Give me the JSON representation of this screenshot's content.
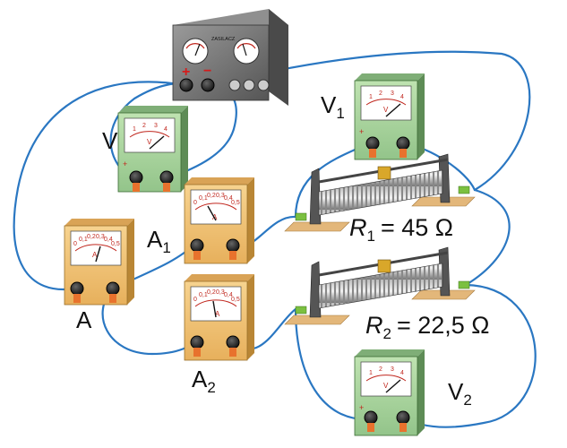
{
  "power_supply": {
    "caption": "ZASILACZ",
    "plus": "+",
    "minus": "−"
  },
  "meters": {
    "V": {
      "main": "V",
      "sub": "",
      "unit": "V",
      "scale": [
        "1",
        "2",
        "3",
        "4"
      ]
    },
    "V1": {
      "main": "V",
      "sub": "1",
      "unit": "V",
      "scale": [
        "1",
        "2",
        "3",
        "4"
      ]
    },
    "V2": {
      "main": "V",
      "sub": "2",
      "unit": "V",
      "scale": [
        "1",
        "2",
        "3",
        "4"
      ]
    },
    "A": {
      "main": "A",
      "sub": "",
      "unit": "A",
      "scale": [
        "0",
        "0,1",
        "0,2",
        "0,3",
        "0,4",
        "0,5"
      ]
    },
    "A1": {
      "main": "A",
      "sub": "1",
      "unit": "A",
      "scale": [
        "0",
        "0,1",
        "0,2",
        "0,3",
        "0,4",
        "0,5"
      ]
    },
    "A2": {
      "main": "A",
      "sub": "2",
      "unit": "A",
      "scale": [
        "0",
        "0,1",
        "0,2",
        "0,3",
        "0,4",
        "0,5"
      ]
    }
  },
  "resistors": {
    "R1": {
      "symbol": "R",
      "sub": "1",
      "value": "= 45 Ω"
    },
    "R2": {
      "symbol": "R",
      "sub": "2",
      "value": "= 22,5 Ω"
    }
  }
}
